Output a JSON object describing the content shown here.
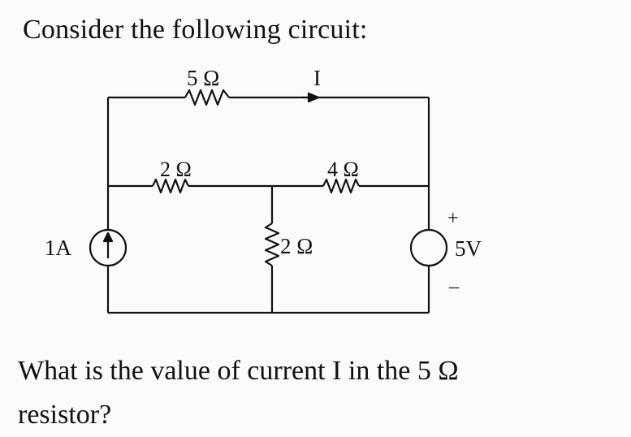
{
  "heading": "Consider the following circuit:",
  "question_line1": "What is the value of current I in the 5 Ω",
  "question_line2": "resistor?",
  "circuit": {
    "r_top": "5 Ω",
    "current_label": "I",
    "r_left_mid": "2 Ω",
    "r_right_mid": "4 Ω",
    "r_center_vertical": "2 Ω",
    "current_source": "1A",
    "voltage_source": "5V",
    "plus_sign": "+",
    "minus_sign": "–"
  }
}
